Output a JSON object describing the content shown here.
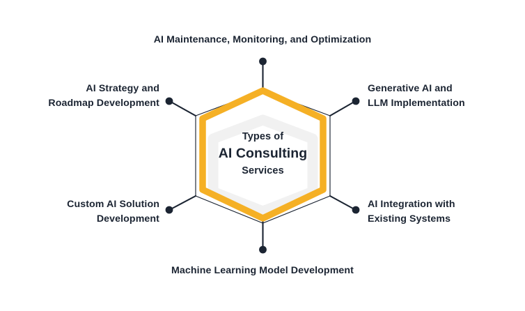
{
  "diagram": {
    "type": "hexagon-hub-and-spoke",
    "center": {
      "line1": "Types of",
      "line2": "AI Consulting",
      "line3": "Services"
    },
    "colors": {
      "accent": "#f5b025",
      "outline": "#1b2432",
      "inner_ring": "#f1f1f1",
      "text": "#1b2432",
      "background": "#ffffff"
    },
    "nodes": [
      {
        "id": "ai-maintenance",
        "label_line1": "AI Maintenance, Monitoring, and Optimization",
        "label_line2": "",
        "position": "top"
      },
      {
        "id": "generative-ai",
        "label_line1": "Generative AI and",
        "label_line2": "LLM Implementation",
        "position": "top-right"
      },
      {
        "id": "ai-integration",
        "label_line1": "AI Integration with",
        "label_line2": "Existing Systems",
        "position": "bottom-right"
      },
      {
        "id": "machine-learning",
        "label_line1": "Machine Learning Model Development",
        "label_line2": "",
        "position": "bottom"
      },
      {
        "id": "custom-ai-solution",
        "label_line1": "Custom AI Solution",
        "label_line2": "Development",
        "position": "bottom-left"
      },
      {
        "id": "ai-strategy",
        "label_line1": "AI Strategy and",
        "label_line2": "Roadmap Development",
        "position": "top-left"
      }
    ]
  }
}
